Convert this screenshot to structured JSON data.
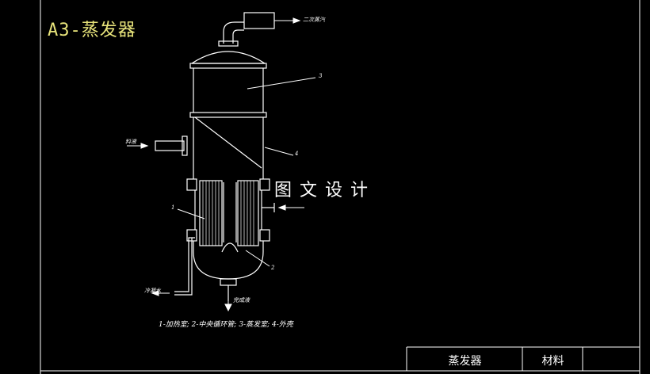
{
  "sheet": {
    "title": "A3-蒸发器",
    "watermark": "图文设计",
    "legend": "1-加热室; 2-中央循环管; 3-蒸发室; 4-外壳"
  },
  "callouts": {
    "steam_out": "二次蒸汽",
    "feed_in": "料液",
    "condensate": "冷凝水",
    "product_out": "完成液",
    "n1": "1",
    "n2": "2",
    "n3": "3",
    "n4": "4"
  },
  "title_block": {
    "name": "蒸发器",
    "material_label": "材料"
  },
  "colors": {
    "background": "#000000",
    "lines": "#ffffff",
    "title": "#e7e37a"
  }
}
